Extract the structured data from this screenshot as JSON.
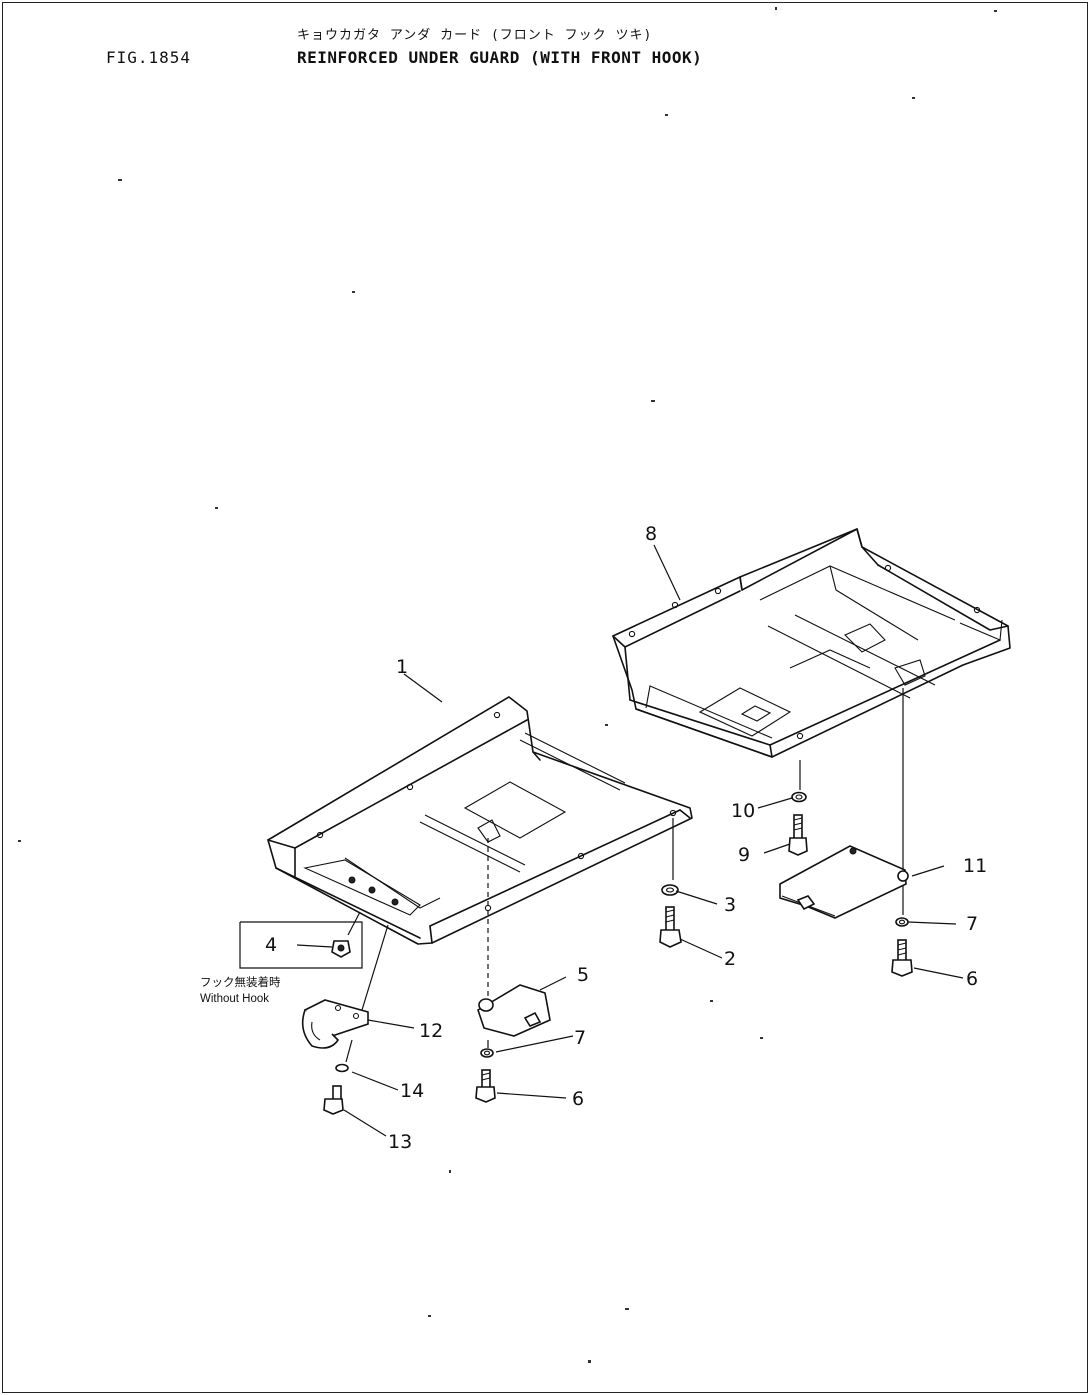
{
  "header": {
    "fig_number": "FIG.1854",
    "title_japanese": "キョウカガタ アンダ カード (フロント フック ツキ)",
    "title_english": "REINFORCED UNDER GUARD (WITH FRONT HOOK)"
  },
  "note": {
    "japanese": "フック無装着時",
    "english": "Without Hook"
  },
  "callouts": [
    "1",
    "2",
    "3",
    "4",
    "5",
    "6",
    "7",
    "8",
    "9",
    "10",
    "11",
    "12",
    "13",
    "14"
  ]
}
